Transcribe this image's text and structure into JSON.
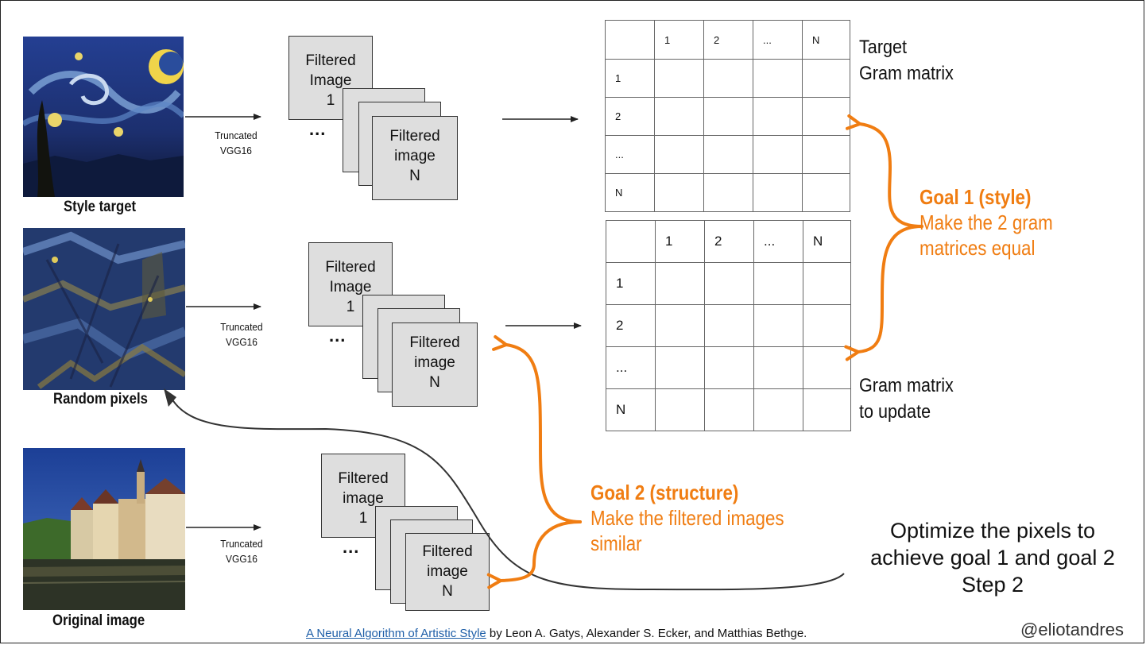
{
  "rows": [
    {
      "caption": "Style target",
      "net": [
        "Truncated",
        "VGG16"
      ]
    },
    {
      "caption": "Random pixels",
      "net": [
        "Truncated",
        "VGG16"
      ]
    },
    {
      "caption": "Original image",
      "net": [
        "Truncated",
        "VGG16"
      ]
    }
  ],
  "stacks": [
    {
      "first": [
        "Filtered",
        "Image",
        "1"
      ],
      "last": [
        "Filtered",
        "image",
        "N"
      ],
      "dots": "..."
    },
    {
      "first": [
        "Filtered",
        "Image",
        "1"
      ],
      "last": [
        "Filtered",
        "image",
        "N"
      ],
      "dots": "..."
    },
    {
      "first": [
        "Filtered",
        "image",
        "1"
      ],
      "last": [
        "Filtered",
        "image",
        "N"
      ],
      "dots": "..."
    }
  ],
  "gram_headers": [
    "1",
    "2",
    "...",
    "N"
  ],
  "target_label": [
    "Target",
    "Gram matrix"
  ],
  "update_label": [
    "Gram matrix",
    "to update"
  ],
  "goal1": {
    "title": "Goal 1 (style)",
    "lines": [
      "Make the 2 gram",
      "matrices equal"
    ]
  },
  "goal2": {
    "title": "Goal 2 (structure)",
    "lines": [
      "Make the filtered images",
      "similar"
    ]
  },
  "optimize": [
    "Optimize the pixels to",
    "achieve goal 1 and goal 2",
    "Step 2"
  ],
  "citation": {
    "link": "A Neural Algorithm of Artistic Style",
    "rest": " by Leon A. Gatys, Alexander S. Ecker, and Matthias Bethge."
  },
  "handle": "@eliotandres",
  "colors": {
    "accent": "#f07d12",
    "sky": "#1d3a8a",
    "swirl": "#e8c440",
    "card": "#dedede"
  }
}
